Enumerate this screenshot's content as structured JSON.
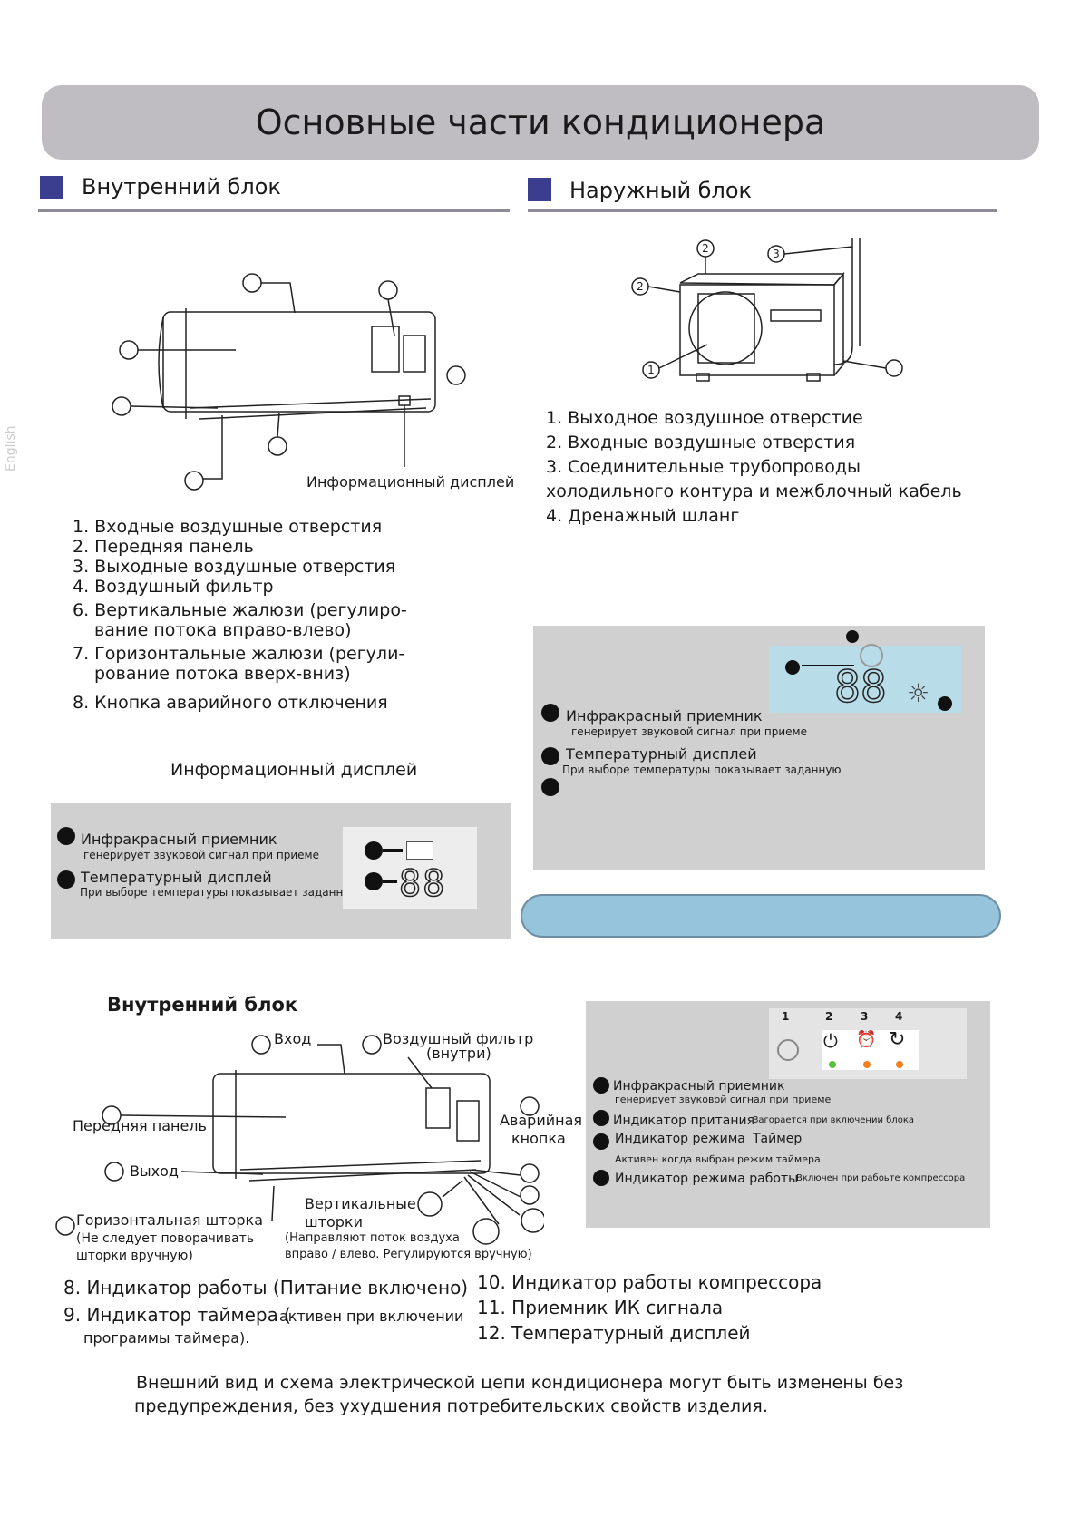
{
  "title": "Основные части кондиционера",
  "side_text": "English",
  "indoor": {
    "heading": "Внутренний блок",
    "display_caption": "Информационный дисплей",
    "items": [
      "1. Входные воздушные отверстия",
      "2. Передняя панель",
      "3. Выходные воздушные отверстия",
      "4. Воздушный фильтр",
      "6. Вертикальные жалюзи (регулиро-",
      "вание потока вправо-влево)",
      "7. Горизонтальные жалюзи (регули-",
      "рование потока вверх-вниз)",
      "8. Кнопка аварийного отключения"
    ],
    "info_display_heading": "Информационный дисплей",
    "panel": {
      "ir_label": "Инфракрасный приемник",
      "ir_sub": "генерирует звуковой сигнал при приеме",
      "temp_label": "Температурный дисплей",
      "temp_sub": "При выборе температуры показывает заданную",
      "lcd_digits": "88"
    }
  },
  "outdoor": {
    "heading": "Наружный блок",
    "callouts": [
      "2",
      "3",
      "2",
      "1"
    ],
    "items": [
      "1.    Выходное воздушное отверстие",
      "2.    Входные воздушные отверстия",
      "3.   Соединительные трубопроводы",
      "холодильного контура и межблочный кабель",
      "4.    Дренажный шланг"
    ],
    "panel": {
      "ir_label": "Инфракрасный приемник",
      "ir_sub": "генерирует звуковой сигнал при приеме",
      "temp_label": "Температурный дисплей",
      "temp_sub": "При выборе температуры показывает заданную",
      "lcd_digits": "88"
    }
  },
  "indoor2": {
    "heading": "Внутренний блок",
    "labels": {
      "vhod": "Вход",
      "filter": "Воздушный фильтр",
      "filter_sub": "(внутри)",
      "front": "Передняя панель",
      "emergency1": "Аварийная",
      "emergency2": "кнопка",
      "out": "Выход",
      "vert1": "Вертикальные",
      "vert2": "шторки",
      "vert_note1": "(Направляют поток воздуха",
      "vert_note2": "вправо / влево. Регулируются вручную)",
      "horiz": "Горизонтальная шторка",
      "horiz_note1": "(Не следует поворачивать",
      "horiz_note2": "шторки вручную)"
    },
    "panel": {
      "numbers": [
        "1",
        "2",
        "3",
        "4"
      ],
      "ir_label": "Инфракрасный приемник",
      "ir_sub": "генерирует звуковой сигнал при приеме",
      "power_label": "Индикатор притания",
      "power_sub": "Загорается при включении блока",
      "mode_label": "Индикатор режима",
      "mode_value": "Таймер",
      "mode_sub": "Активен  когда выбран режим таймера",
      "work_label": "Индикатор режима работы",
      "work_sub": "Включен при рабоьте компрессора",
      "led_colors": [
        "#5bbf3c",
        "#f07f1f",
        "#f07f1f"
      ]
    },
    "items_left": [
      "8. Индикатор работы (Питание включено)",
      "9. Индикатор таймера (",
      "активен при включении",
      "программы таймера)."
    ],
    "items_right": [
      "10. Индикатор работы компрессора",
      "11. Приемник ИК сигнала",
      "12. Температурный дисплей"
    ]
  },
  "footer_note": [
    "Внешний вид и схема электрической цепи кондиционера могут быть изменены без",
    "предупреждения, без ухудшения потребительских свойств изделия."
  ]
}
